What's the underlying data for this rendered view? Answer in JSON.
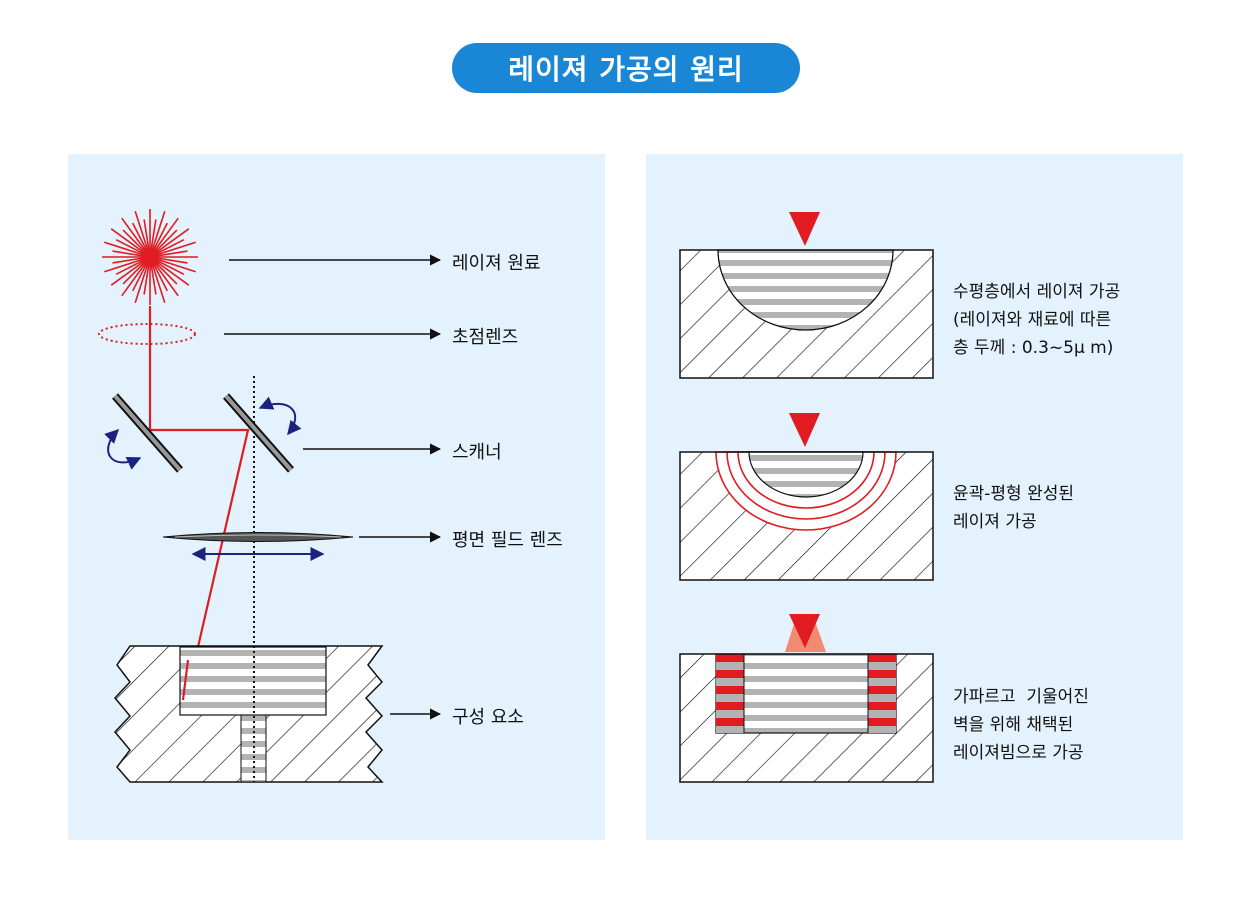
{
  "title": "레이져 가공의 원리",
  "left_labels": {
    "laser_source": "레이져 원료",
    "focus_lens": "초점렌즈",
    "scanner": "스캐너",
    "flat_field_lens": "평면 필드 렌즈",
    "component": "구성 요소"
  },
  "right_descriptions": {
    "horizontal": "수평층에서 레이져 가공\n(레이져와 재료에 따른\n층 두께 : 0.3~5μ m)",
    "contour": "윤곽-평형 완성된\n레이져 가공",
    "steep": "가파르고  기울어진\n벽을 위해 채택된\n레이져빔으로 가공"
  },
  "colors": {
    "title_bg": "#1a86d6",
    "panel_bg": "#e3f2fc",
    "laser_red": "#e01b22",
    "arrow_navy": "#1a237e",
    "stripe_gray": "#b3b3b3"
  }
}
